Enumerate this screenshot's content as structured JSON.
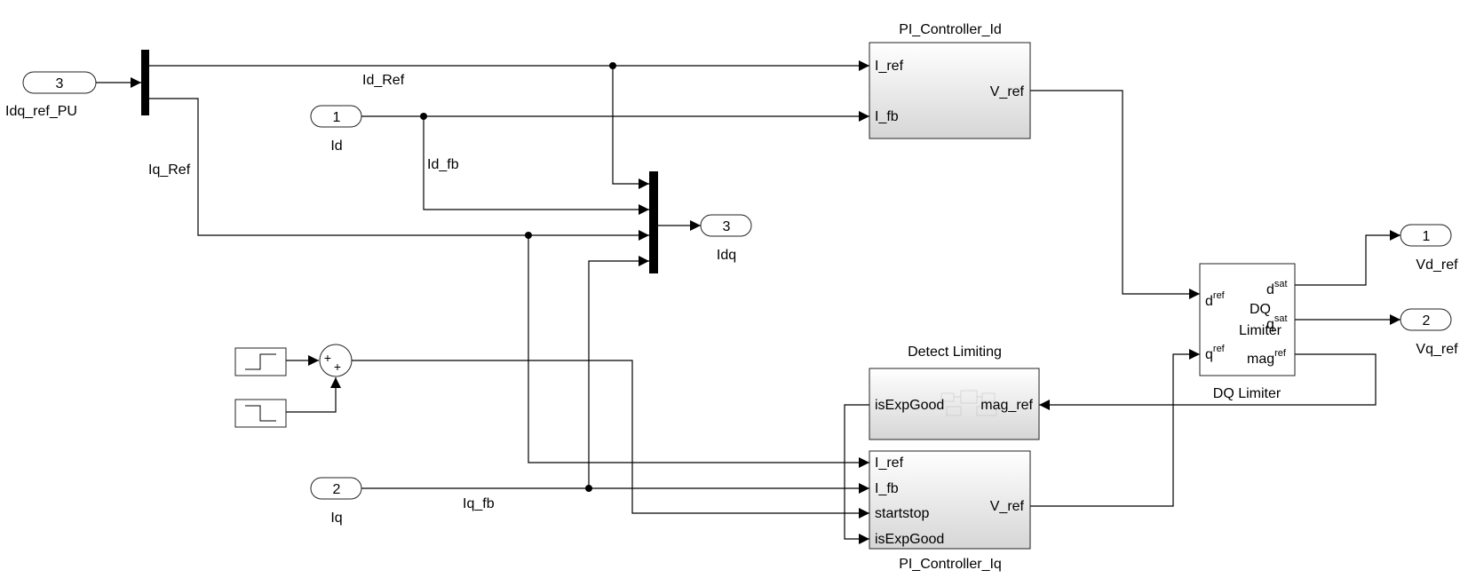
{
  "inports": [
    {
      "num": "3",
      "name": "Idq_ref_PU"
    },
    {
      "num": "1",
      "name": "Id"
    },
    {
      "num": "2",
      "name": "Iq"
    }
  ],
  "outports": [
    {
      "num": "3",
      "name": "Idq"
    },
    {
      "num": "1",
      "name": "Vd_ref"
    },
    {
      "num": "2",
      "name": "Vq_ref"
    }
  ],
  "signals": {
    "id_ref": "Id_Ref",
    "iq_ref": "Iq_Ref",
    "id_fb": "Id_fb",
    "iq_fb": "Iq_fb"
  },
  "blocks": {
    "pi_d": {
      "title": "PI_Controller_Id",
      "in1": "I_ref",
      "in2": "I_fb",
      "out": "V_ref"
    },
    "pi_q": {
      "title": "PI_Controller_Iq",
      "in1": "I_ref",
      "in2": "I_fb",
      "in3": "startstop",
      "in4": "isExpGood",
      "out": "V_ref"
    },
    "detect": {
      "title": "Detect Limiting",
      "out": "isExpGood",
      "in": "mag_ref"
    },
    "limiter": {
      "title": "DQ Limiter",
      "center_line1": "DQ",
      "center_line2": "Limiter",
      "in_d": "d",
      "in_d_sup": "ref",
      "in_q": "q",
      "in_q_sup": "ref",
      "out_d": "d",
      "out_d_sup": "sat",
      "out_q": "q",
      "out_q_sup": "sat",
      "out_mag": "mag",
      "out_mag_sup": "ref"
    },
    "sum": {
      "sign1": "+",
      "sign2": "+"
    }
  },
  "colors": {
    "wire": "#000000",
    "block_top": "#ffffff",
    "block_bottom": "#d9d9d9",
    "mux": "#000000"
  }
}
